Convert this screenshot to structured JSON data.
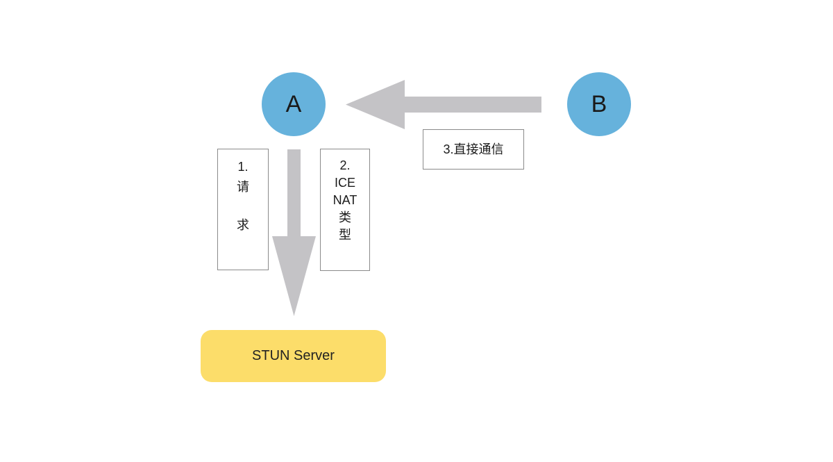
{
  "diagram": {
    "nodes": {
      "a": "A",
      "b": "B"
    },
    "server": "STUN Server",
    "labels": {
      "request": {
        "num": "1.",
        "line1": "请",
        "line2": "求"
      },
      "ice_nat_type": {
        "num": "2.",
        "line1": "ICE",
        "line2": "NAT",
        "line3": "类",
        "line4": "型"
      },
      "direct": "3.直接通信"
    },
    "colors": {
      "node": "#66b2dc",
      "server": "#fcdd6a",
      "arrow": "#c4c3c6",
      "box_border": "#8a8a8a"
    }
  }
}
